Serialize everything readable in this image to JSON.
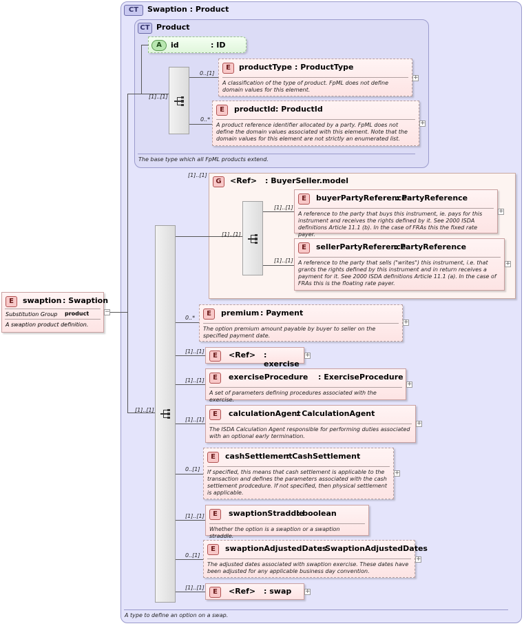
{
  "swaption_type": {
    "badge": "CT",
    "title": "Swaption : Product",
    "documentation": "A type to define an option on a swap."
  },
  "product_type": {
    "badge": "CT",
    "title": "Product",
    "documentation": "The base type which all FpML products extend."
  },
  "id_attribute": {
    "badge": "A",
    "name": "id",
    "type": ": ID"
  },
  "product_sequence": {
    "cardinality": "[1]..[1]",
    "elements": [
      {
        "badge": "E",
        "name": "productType",
        "type": ": ProductType",
        "cardinality": "0..[1]",
        "doc": "A classification of the type of product. FpML does not define domain values for this element."
      },
      {
        "badge": "E",
        "name": "productId",
        "type": ": ProductId",
        "cardinality": "0..*",
        "doc": "A product reference identifier allocated by a party. FpML does not define the domain values associated with this element. Note that the domain values for this element are not strictly an enumerated list."
      }
    ]
  },
  "buyer_seller_group": {
    "badge": "G",
    "ref": "<Ref>",
    "name": ": BuyerSeller.model",
    "cardinality": "[1]..[1]",
    "sequence_cardinality": "[1]..[1]",
    "elements": [
      {
        "badge": "E",
        "name": "buyerPartyReference",
        "type": ": PartyReference",
        "cardinality": "[1]..[1]",
        "doc": "A reference to the party that buys this instrument, ie. pays for this instrument and receives the rights defined by it. See 2000 ISDA definitions Article 11.1 (b). In the case of FRAs this the fixed rate payer."
      },
      {
        "badge": "E",
        "name": "sellerPartyReference",
        "type": ": PartyReference",
        "cardinality": "[1]..[1]",
        "doc": "A reference to the party that sells (\"writes\") this instrument, i.e. that grants the rights defined by this instrument and in return receives a payment for it. See 2000 ISDA definitions Article 11.1 (a). In the case of FRAs this is the floating rate payer."
      }
    ]
  },
  "root_element": {
    "badge": "E",
    "name": "swaption",
    "type": ": Swaption",
    "substitution_label": "Substitution Group",
    "substitution_value": "product",
    "doc": "A swaption product definition."
  },
  "main_sequence": {
    "cardinality": "[1]..[1]",
    "elements": [
      {
        "badge": "E",
        "name": "premium",
        "type": ": Payment",
        "cardinality": "0..*",
        "doc": "The option premium amount payable by buyer to seller on the specified payment date."
      },
      {
        "badge": "E",
        "ref": "<Ref>",
        "name": ": exercise",
        "cardinality": "[1]..[1]"
      },
      {
        "badge": "E",
        "name": "exerciseProcedure",
        "type": ": ExerciseProcedure",
        "cardinality": "[1]..[1]",
        "doc": "A set of parameters defining procedures associated with the exercise."
      },
      {
        "badge": "E",
        "name": "calculationAgent",
        "type": ": CalculationAgent",
        "cardinality": "[1]..[1]",
        "doc": "The ISDA Calculation Agent responsible for performing duties associated with an optional early termination."
      },
      {
        "badge": "E",
        "name": "cashSettlement",
        "type": ": CashSettlement",
        "cardinality": "0..[1]",
        "doc": "If specified, this means that cash settlement is applicable to the transaction and defines the parameters associated with the cash settlement prodcedure. If not specified, then physical settlement is applicable."
      },
      {
        "badge": "E",
        "name": "swaptionStraddle",
        "type": ": boolean",
        "cardinality": "[1]..[1]",
        "doc": "Whether the option is a swaption or a swaption straddle."
      },
      {
        "badge": "E",
        "name": "swaptionAdjustedDates",
        "type": ": SwaptionAdjustedDates",
        "cardinality": "0..[1]",
        "doc": "The adjusted dates associated with swaption exercise. These dates have been adjusted for any applicable business day convention."
      },
      {
        "badge": "E",
        "ref": "<Ref>",
        "name": ": swap",
        "cardinality": "[1]..[1]"
      }
    ]
  },
  "expand_symbol": "+",
  "collapse_symbol": "−"
}
